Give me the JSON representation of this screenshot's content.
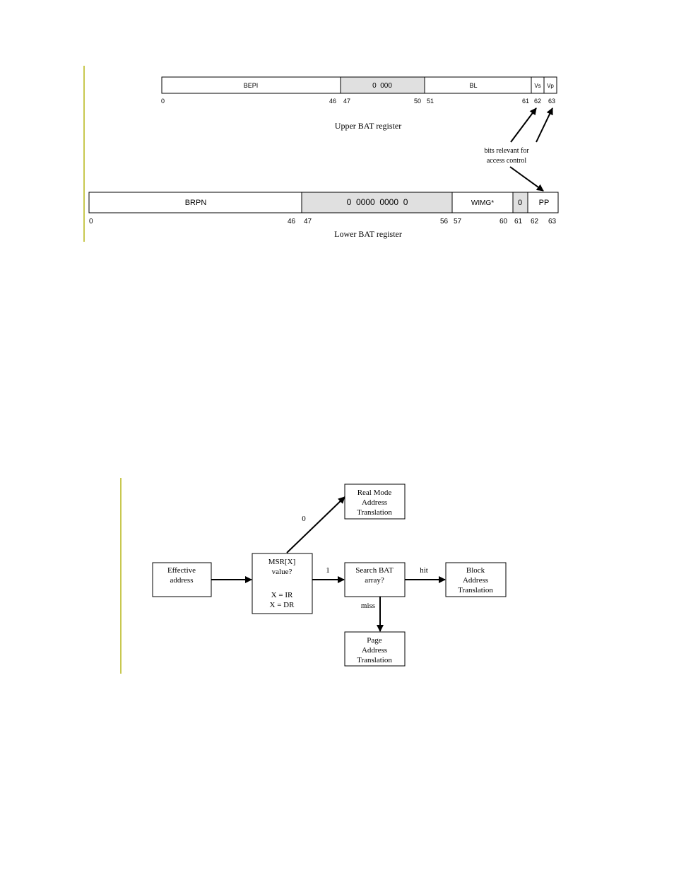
{
  "upper_register": {
    "title": "Upper BAT register",
    "fields": {
      "bepi": "BEPI",
      "reserved": "0  000",
      "bl": "BL",
      "vs": "Vs",
      "vp": "Vp"
    },
    "bits": [
      "0",
      "46",
      "47",
      "50",
      "51",
      "61",
      "62",
      "63"
    ]
  },
  "annotation": {
    "line1": "bits relevant for",
    "line2": "access control"
  },
  "lower_register": {
    "title": "Lower BAT register",
    "fields": {
      "brpn": "BRPN",
      "reserved": "0  0000  0000  0",
      "wimg": "WIMG*",
      "zero": "0",
      "pp": "PP"
    },
    "bits": [
      "0",
      "46",
      "47",
      "56",
      "57",
      "60",
      "61",
      "62",
      "63"
    ]
  },
  "flowchart": {
    "effective_address": [
      "Effective",
      "address"
    ],
    "msr": [
      "MSR[X]",
      "value?",
      "X = IR",
      "X = DR"
    ],
    "real_mode": [
      "Real Mode",
      "Address",
      "Translation"
    ],
    "search_bat": [
      "Search BAT",
      "array?"
    ],
    "block": [
      "Block",
      "Address",
      "Translation"
    ],
    "page": [
      "Page",
      "Address",
      "Translation"
    ],
    "labels": {
      "zero": "0",
      "one": "1",
      "hit": "hit",
      "miss": "miss"
    }
  },
  "colors": {
    "margin_bar": "#c8c850",
    "reserved_fill": "#e0e0e0",
    "stroke": "#000000"
  }
}
